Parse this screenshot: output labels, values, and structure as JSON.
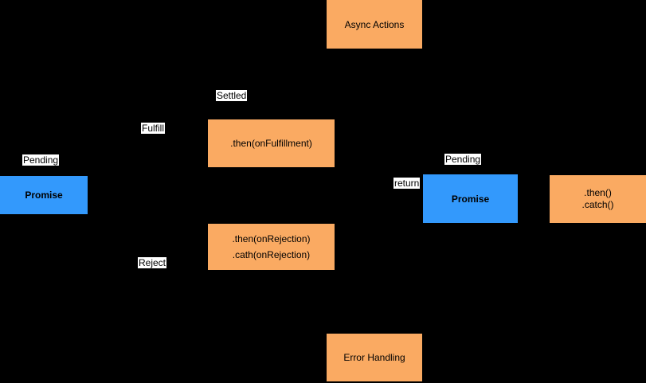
{
  "diagram": {
    "title_node": "Async Actions",
    "colors": {
      "background": "#000000",
      "node_orange": "#FAAA62",
      "node_blue": "#3399FC",
      "label_background": "#FFFFFF",
      "text": "#000000"
    },
    "nodes": {
      "async_actions": {
        "label": "Async Actions"
      },
      "promise_left": {
        "label": "Promise"
      },
      "then_fulfillment": {
        "label": ".then(onFulfillment)"
      },
      "then_rejection": {
        "lines": [
          ".then(onRejection)",
          ".cath(onRejection)"
        ]
      },
      "promise_right": {
        "label": "Promise"
      },
      "then_catch": {
        "lines": [
          ".then()",
          ".catch()"
        ]
      },
      "error_handling": {
        "label": "Error Handling"
      }
    },
    "edge_labels": {
      "pending_left": "Pending",
      "fulfill": "Fulfill",
      "settled": "Settled",
      "reject": "Reject",
      "pending_right": "Pending",
      "return": "return"
    }
  }
}
